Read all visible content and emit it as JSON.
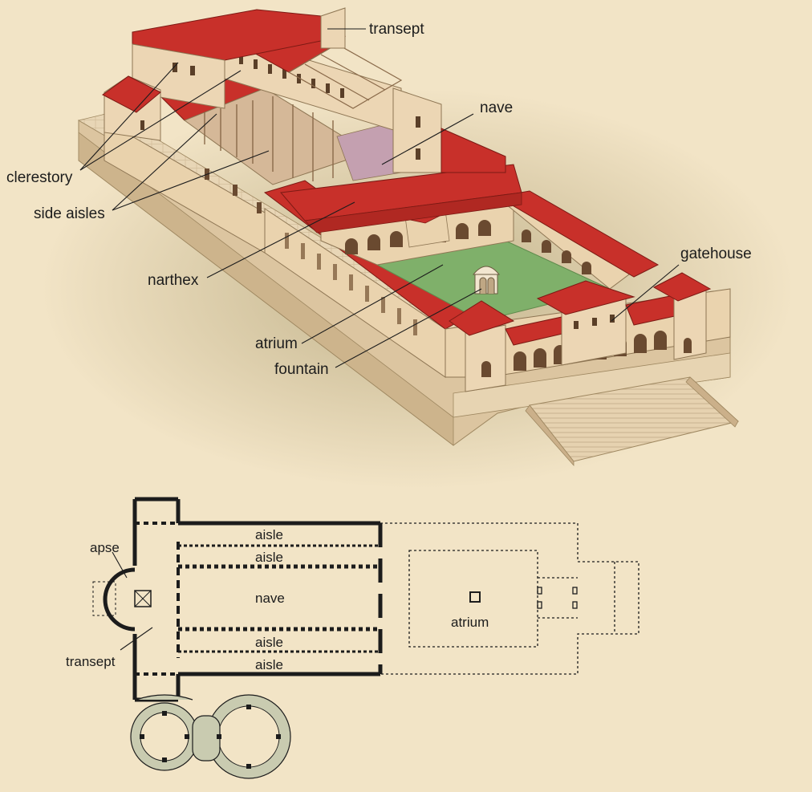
{
  "colors": {
    "background": "#f2e4c6",
    "roof": "#c8302a",
    "wall": "#ecd6b4",
    "grass": "#7fb06a",
    "plan_wall": "#1c1c1c",
    "baptistery": "#c9cbb0"
  },
  "illustration_labels": {
    "transept": "transept",
    "nave": "nave",
    "clerestory": "clerestory",
    "side_aisles": "side aisles",
    "narthex": "narthex",
    "gatehouse": "gatehouse",
    "atrium": "atrium",
    "fountain": "fountain"
  },
  "plan_labels": {
    "aisle_1": "aisle",
    "aisle_2": "aisle",
    "nave": "nave",
    "aisle_3": "aisle",
    "aisle_4": "aisle",
    "apse": "apse",
    "transept": "transept",
    "atrium": "atrium"
  }
}
